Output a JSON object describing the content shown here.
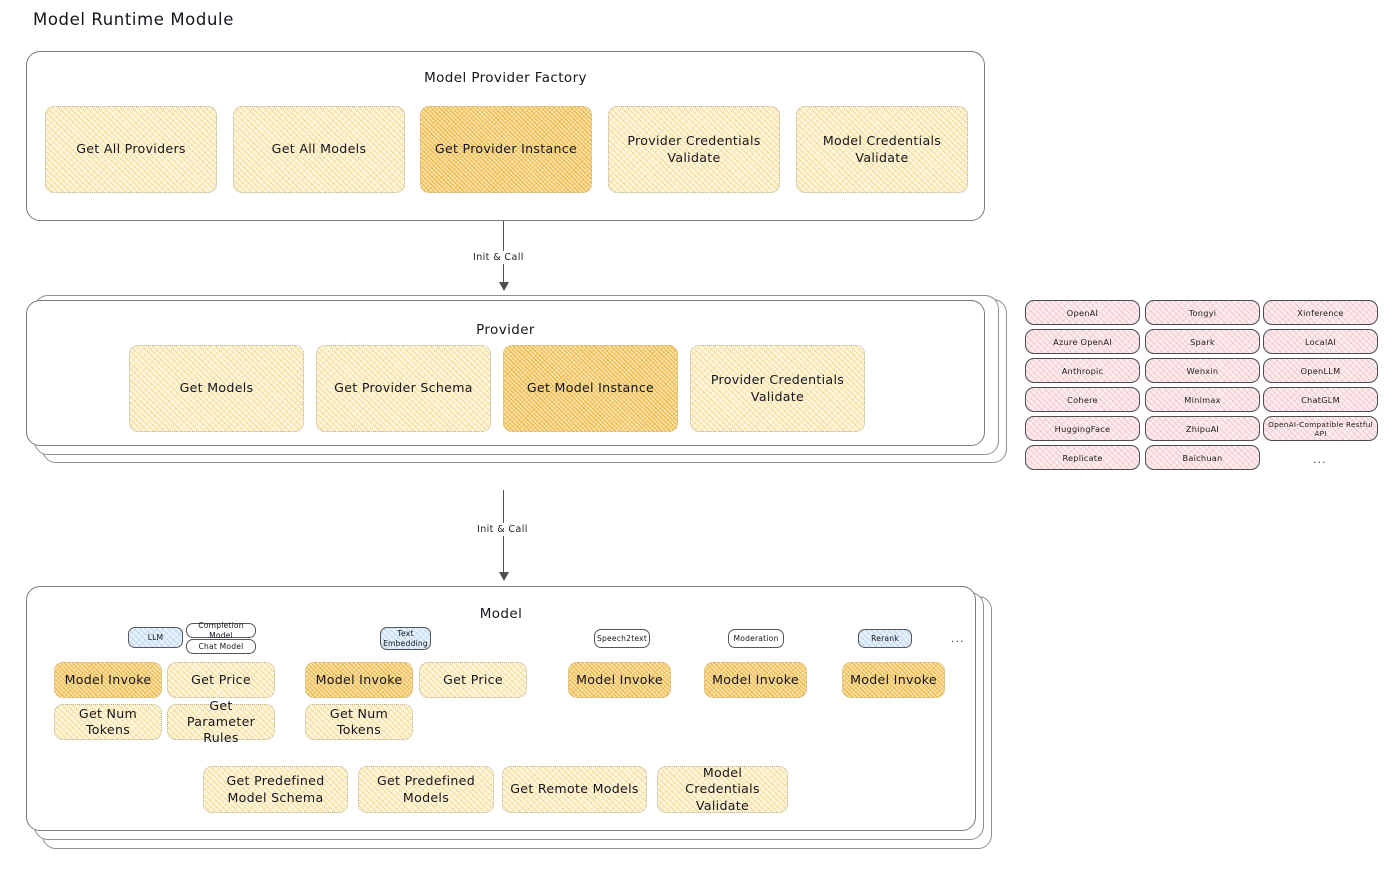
{
  "page": {
    "title": "Model Runtime Module"
  },
  "factory": {
    "title": "Model Provider Factory",
    "boxes": [
      {
        "label": "Get All Providers",
        "emphasis": false
      },
      {
        "label": "Get All Models",
        "emphasis": false
      },
      {
        "label": "Get Provider Instance",
        "emphasis": true
      },
      {
        "label": "Provider Credentials Validate",
        "emphasis": false
      },
      {
        "label": "Model Credentials Validate",
        "emphasis": false
      }
    ]
  },
  "arrows": [
    {
      "label": "Init & Call"
    },
    {
      "label": "Init & Call"
    }
  ],
  "provider": {
    "title": "Provider",
    "boxes": [
      {
        "label": "Get Models",
        "emphasis": false
      },
      {
        "label": "Get Provider Schema",
        "emphasis": false
      },
      {
        "label": "Get Model Instance",
        "emphasis": true
      },
      {
        "label": "Provider Credentials Validate",
        "emphasis": false
      }
    ]
  },
  "provider_list": {
    "columns": [
      {
        "items": [
          "OpenAI",
          "Azure OpenAI",
          "Anthropic",
          "Cohere",
          "HuggingFace",
          "Replicate"
        ]
      },
      {
        "items": [
          "Tongyi",
          "Spark",
          "Wenxin",
          "Minimax",
          "ZhipuAI",
          "Baichuan"
        ]
      },
      {
        "items": [
          "Xinference",
          "LocalAI",
          "OpenLLM",
          "ChatGLM",
          "OpenAI-Compatible Restful API"
        ]
      }
    ],
    "more": "..."
  },
  "model": {
    "title": "Model",
    "more": "...",
    "types": [
      {
        "name": "LLM",
        "style": "blue",
        "subtypes": [
          "Completion Model",
          "Chat Model"
        ],
        "methods": [
          "Model Invoke",
          "Get Price",
          "Get Num Tokens",
          "Get Parameter Rules"
        ]
      },
      {
        "name": "Text Embedding",
        "style": "blue",
        "subtypes": [],
        "methods": [
          "Model Invoke",
          "Get Price",
          "Get Num Tokens"
        ]
      },
      {
        "name": "Speech2text",
        "style": "white",
        "subtypes": [],
        "methods": [
          "Model Invoke"
        ]
      },
      {
        "name": "Moderation",
        "style": "white",
        "subtypes": [],
        "methods": [
          "Model Invoke"
        ]
      },
      {
        "name": "Rerank",
        "style": "blue",
        "subtypes": [],
        "methods": [
          "Model Invoke"
        ]
      }
    ],
    "shared_methods": [
      "Get Predefined Model Schema",
      "Get Predefined Models",
      "Get Remote Models",
      "Model Credentials Validate"
    ]
  },
  "colors": {
    "card_border": "#7a7a80",
    "yellow_fill": "#fdf6e0",
    "yellow_strong": "#fbe6b6",
    "pink_fill": "#fdeff0",
    "blue_fill": "#e8f2fb",
    "text": "#14161c"
  }
}
